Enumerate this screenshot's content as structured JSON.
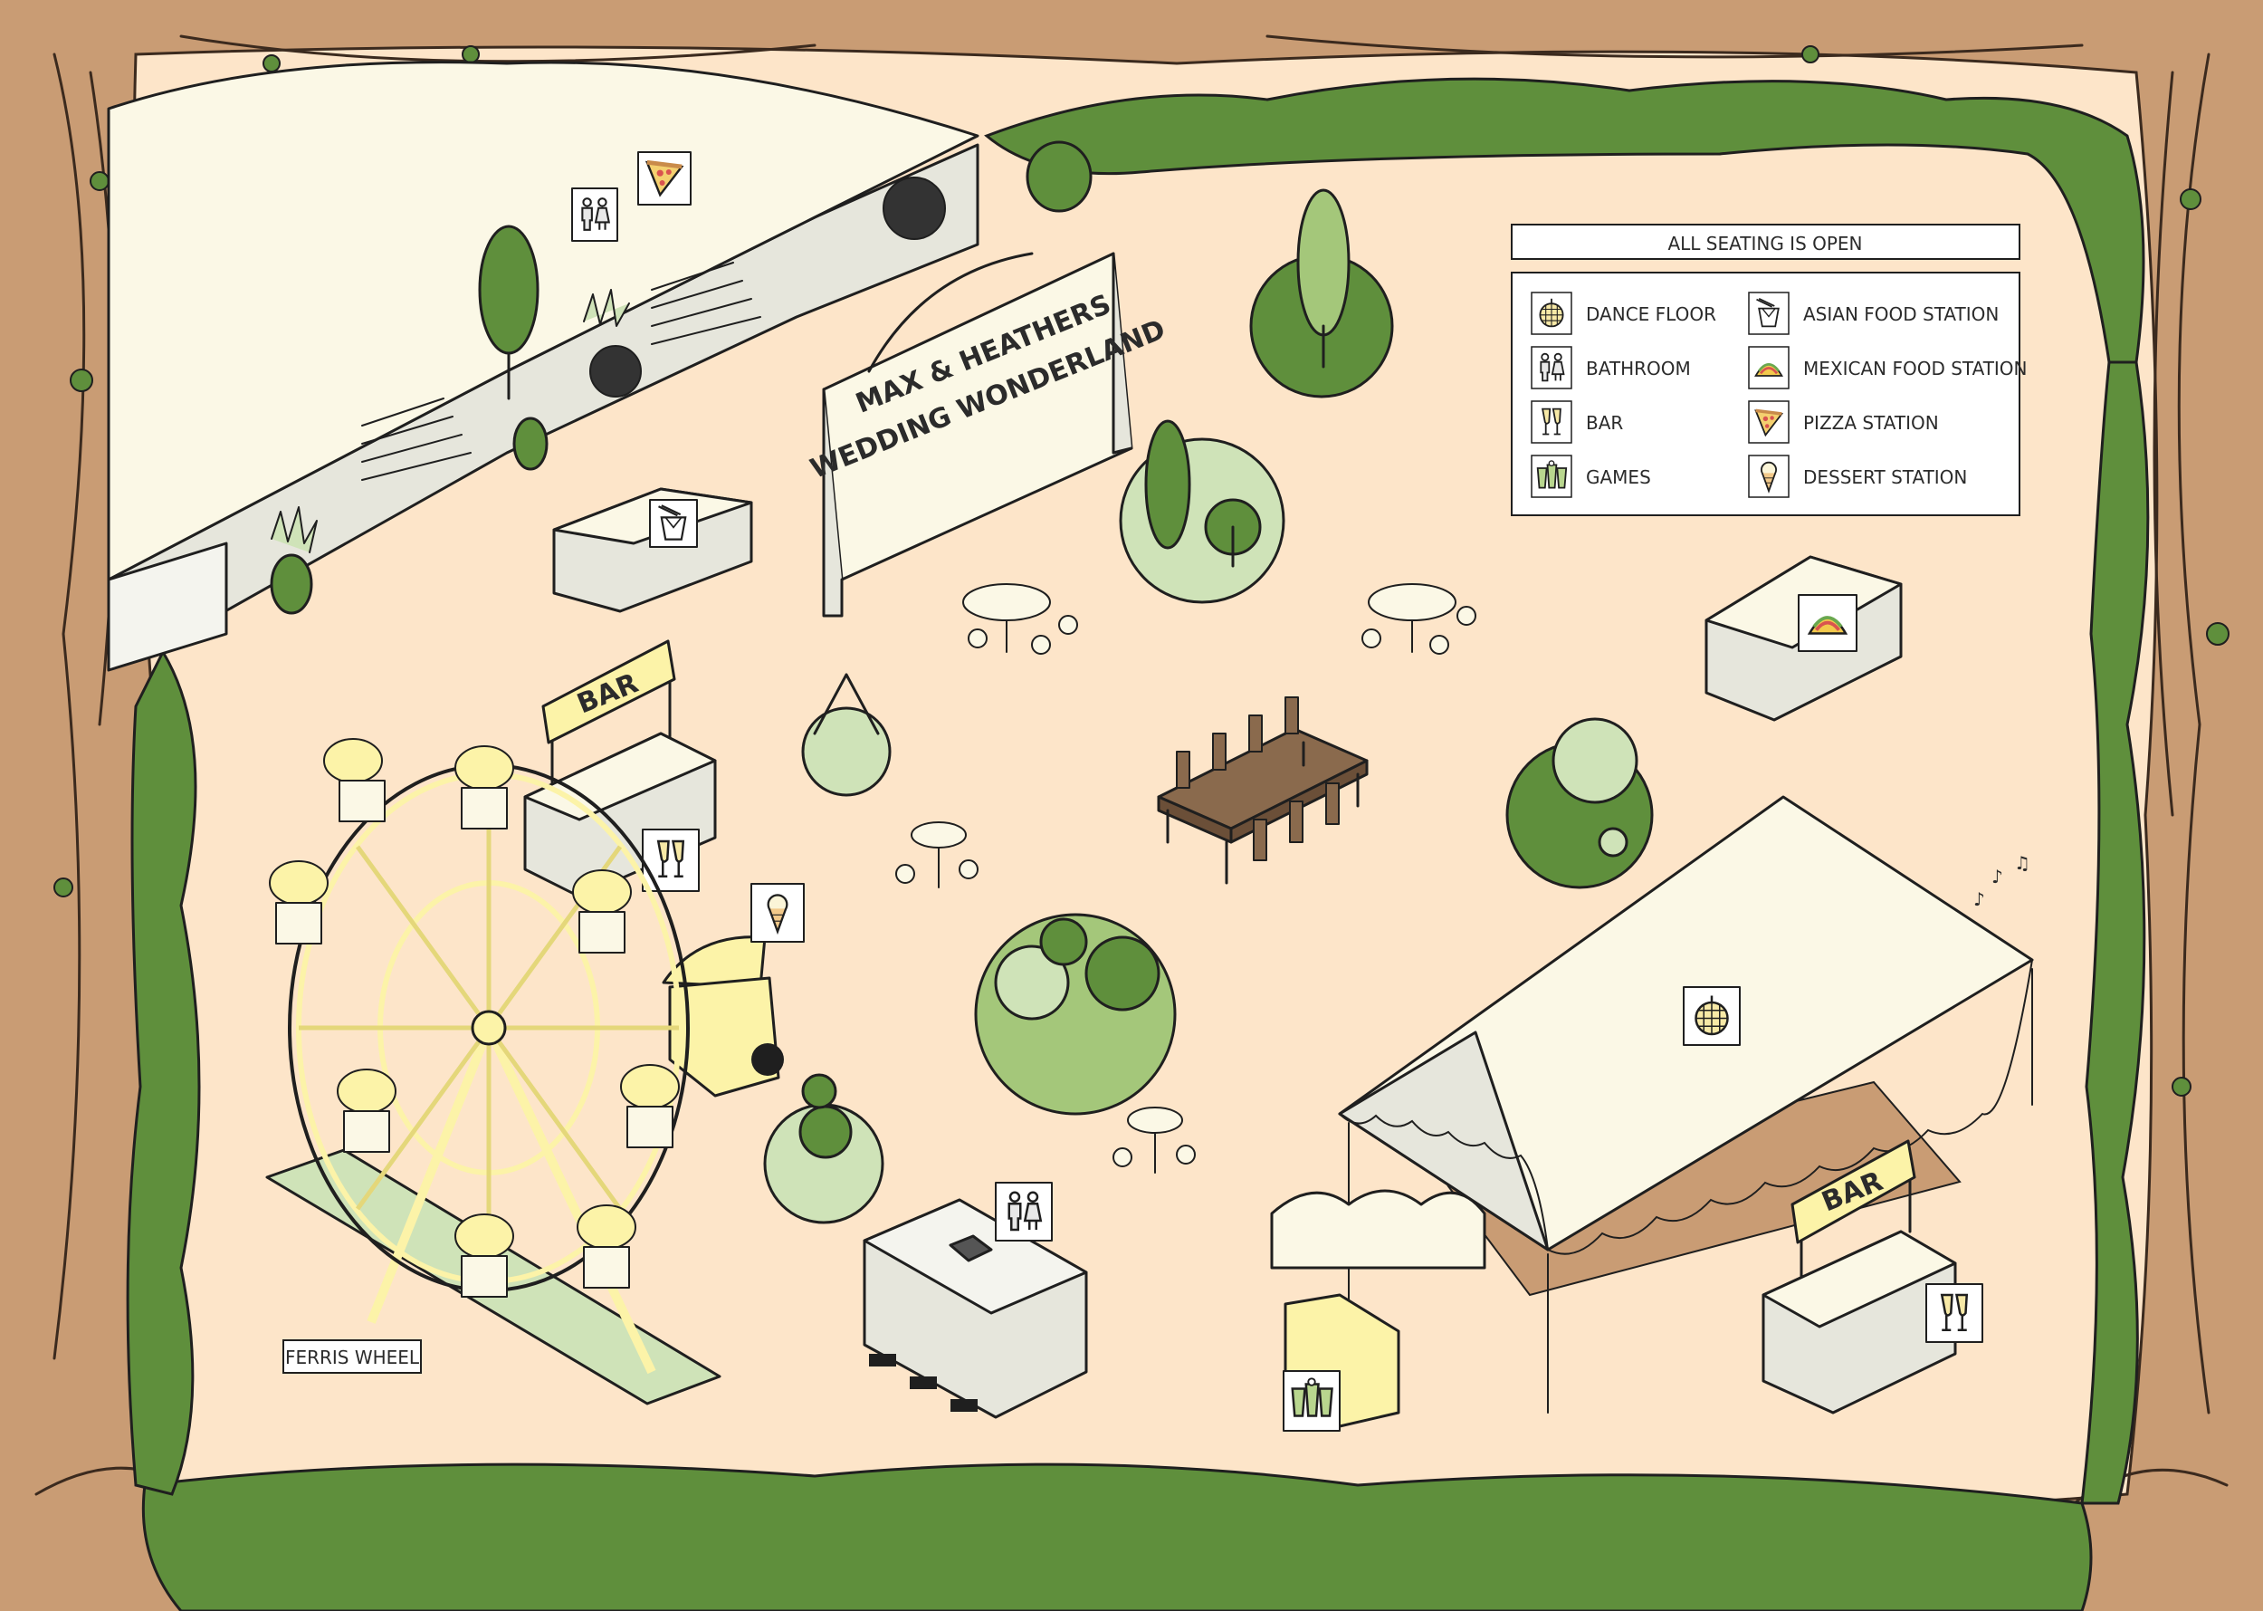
{
  "map": {
    "colors": {
      "frame": "#c99c74",
      "ground": "#fde5c9",
      "foliage_dark": "#5f8f3c",
      "foliage_light": "#cfe3b8",
      "tent": "#fbf8e6",
      "yellow": "#fcf3a8",
      "stone": "#e6e6dc"
    },
    "seating_note": "ALL SEATING IS OPEN",
    "sign_line1": "MAX & HEATHERS",
    "sign_line2": "WEDDING WONDERLAND",
    "bar_label": "BAR",
    "ferris_label": "FERRIS WHEEL",
    "legend": {
      "items": [
        {
          "label": "DANCE FLOOR",
          "icon": "disco-ball-icon"
        },
        {
          "label": "ASIAN FOOD STATION",
          "icon": "noodle-box-icon"
        },
        {
          "label": "BATHROOM",
          "icon": "restroom-icon"
        },
        {
          "label": "MEXICAN FOOD STATION",
          "icon": "taco-icon"
        },
        {
          "label": "BAR",
          "icon": "champagne-icon"
        },
        {
          "label": "PIZZA STATION",
          "icon": "pizza-icon"
        },
        {
          "label": "GAMES",
          "icon": "cups-icon"
        },
        {
          "label": "DESSERT STATION",
          "icon": "ice-cream-icon"
        }
      ]
    }
  }
}
